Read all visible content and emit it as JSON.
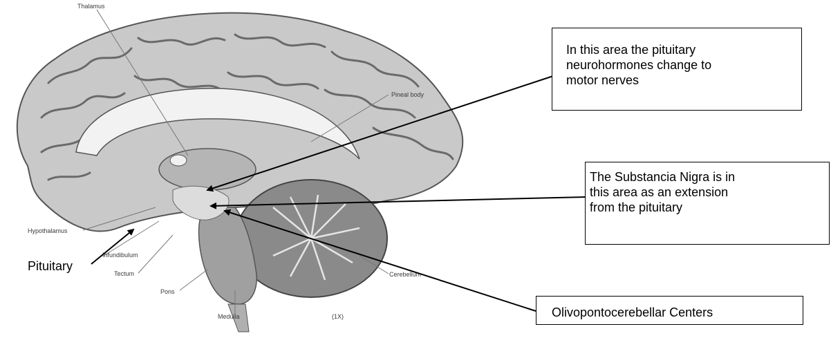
{
  "diagram": {
    "labels": {
      "thalamus": "Thalamus",
      "pineal_body": "Pineal body",
      "hypothalamus": "Hypothalamus",
      "infundibulum": "Infundibulum",
      "tectum": "Tectum",
      "pons": "Pons",
      "medulla": "Medulla",
      "cerebellum": "Cerebellum",
      "scale": "(1X)",
      "pituitary": "Pituitary"
    },
    "callouts": {
      "motor_nerves": [
        "In this area the pituitary",
        "neurohormones change to",
        "motor nerves"
      ],
      "substancia_nigra": [
        "The Substancia Nigra is in",
        "this area as an extension",
        "from the pituitary"
      ],
      "olivopontocerebellar": "Olivopontocerebellar Centers"
    },
    "colors": {
      "brain_light": "#d9d9d9",
      "brain_mid": "#a8a8a8",
      "brain_dark": "#6e6e6e",
      "stem": "#9a9a9a",
      "line": "#000000"
    }
  }
}
